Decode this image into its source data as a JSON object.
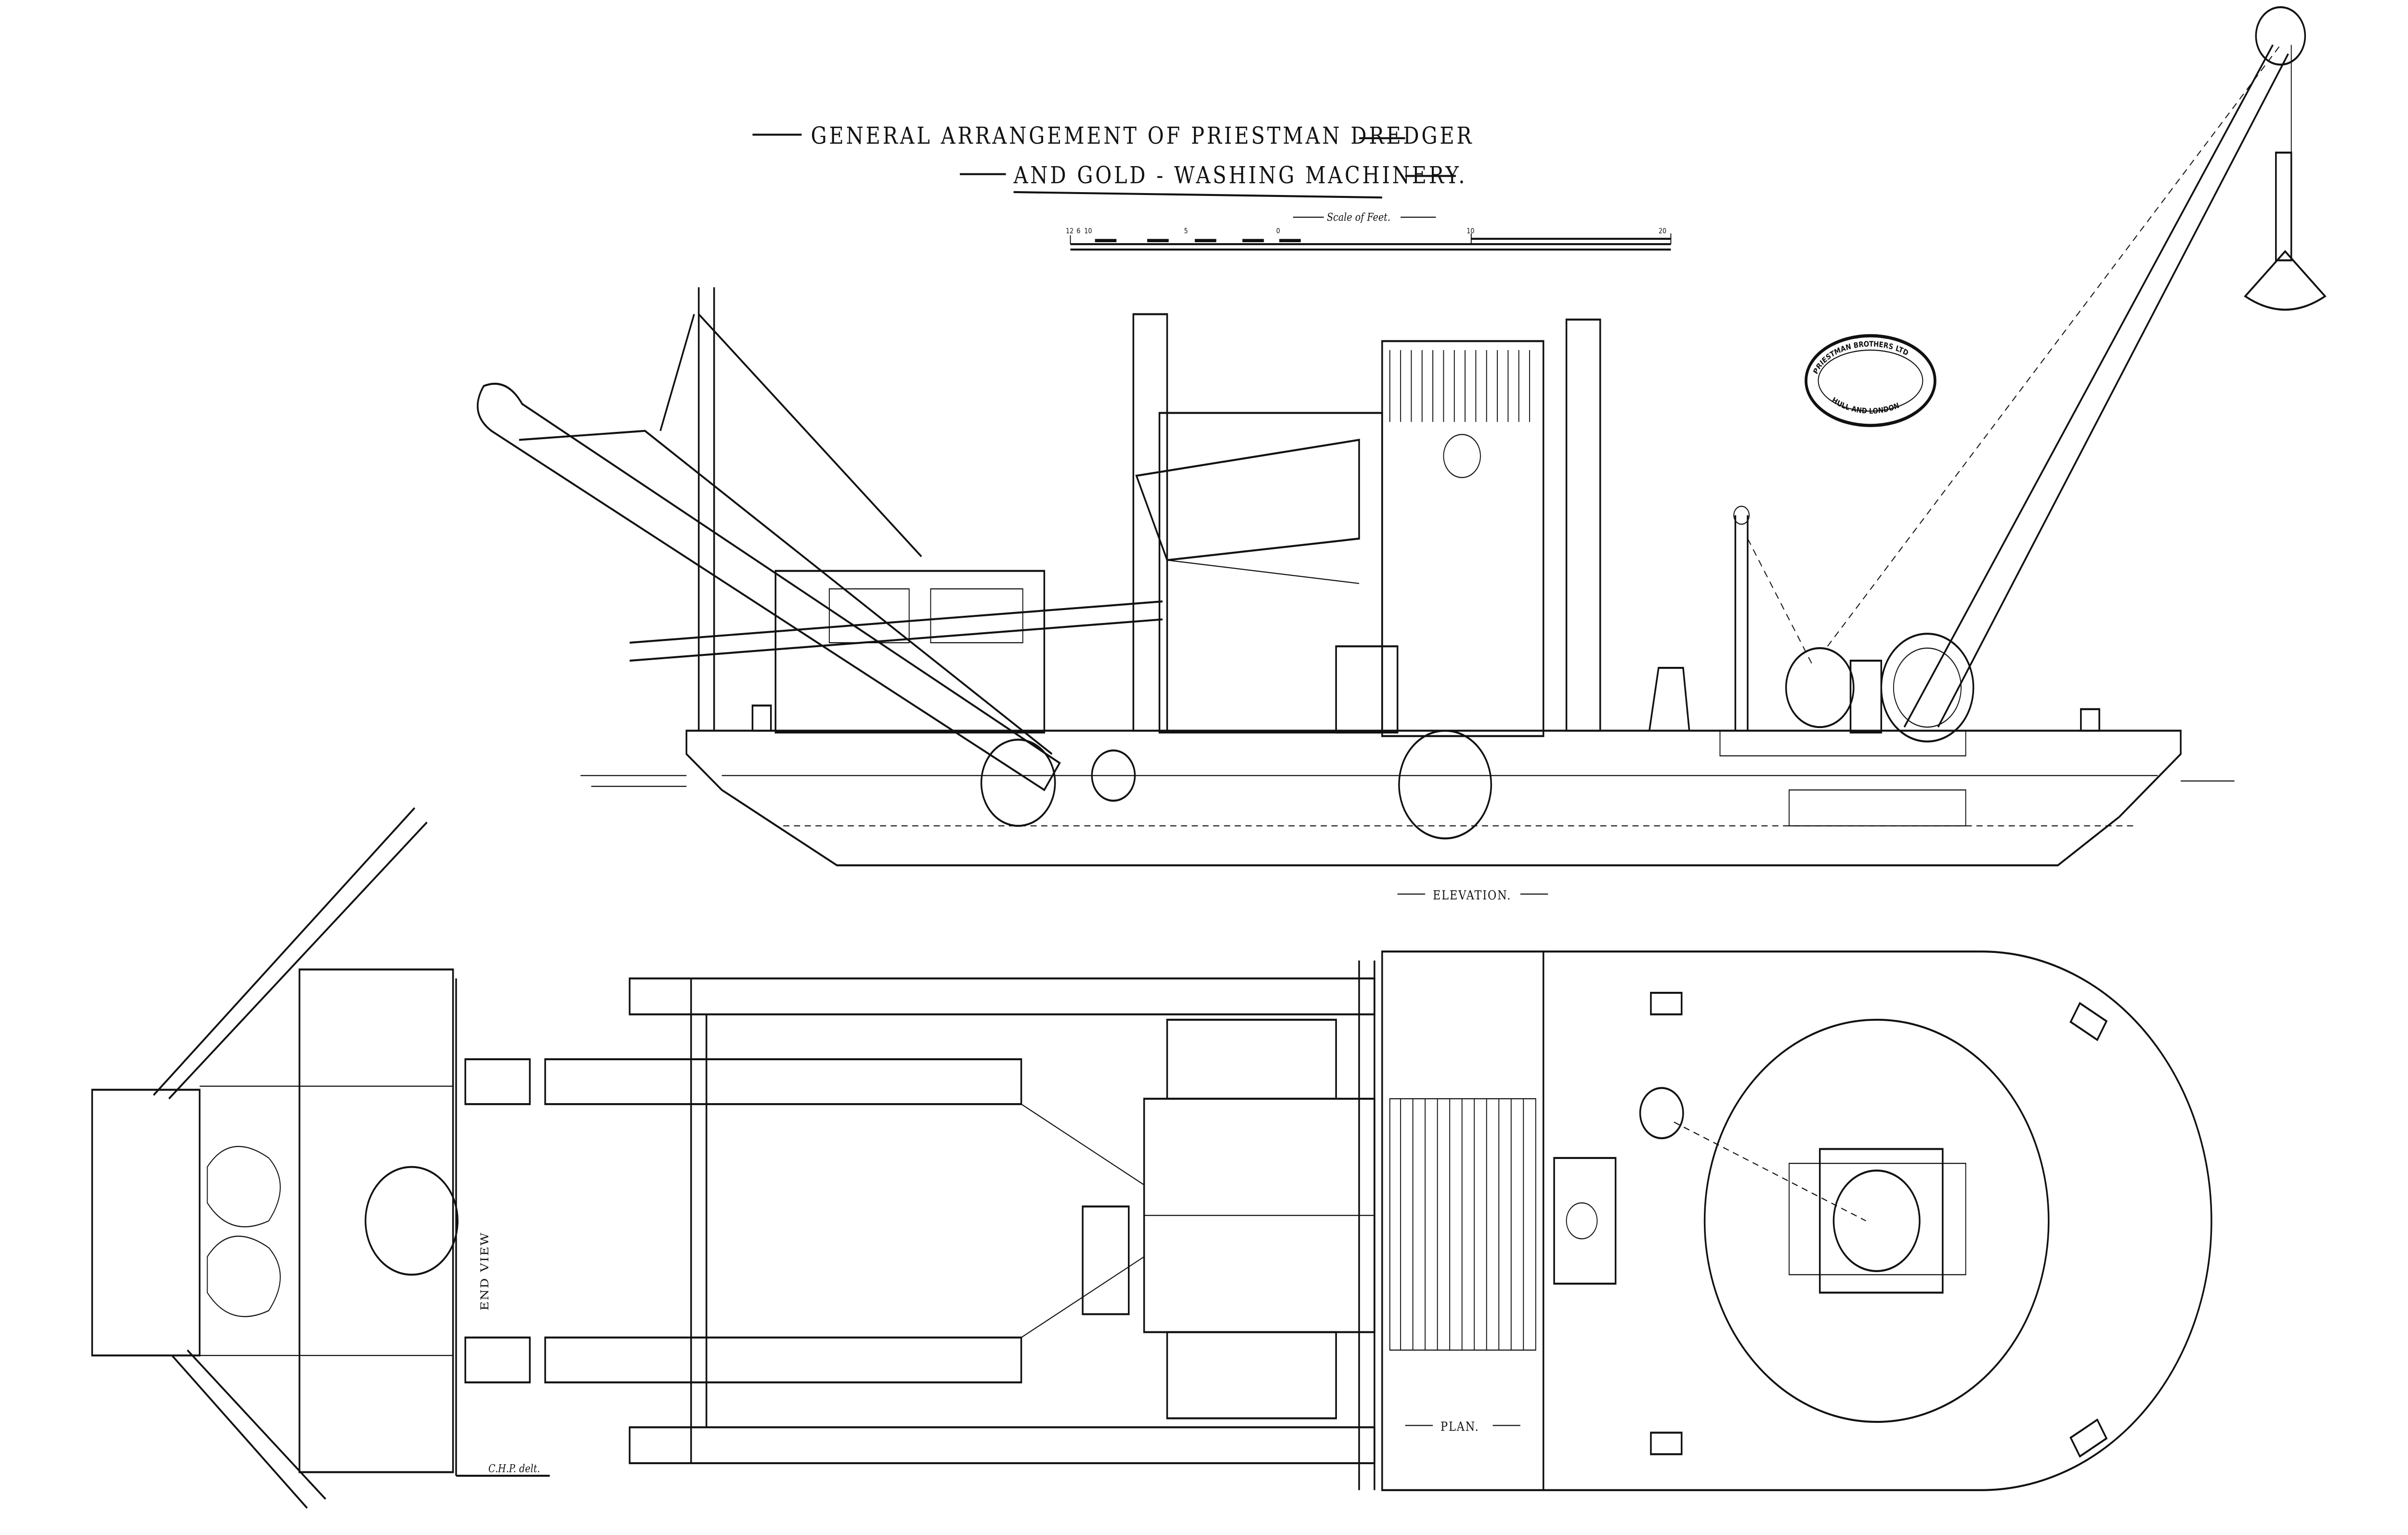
{
  "title": {
    "line1": "GENERAL ARRANGEMENT OF PRIESTMAN DREDGER",
    "line2": "AND GOLD - WASHING MACHINERY."
  },
  "scale": {
    "label": "Scale of Feet.",
    "ticks": [
      "12",
      "6",
      "10",
      "5",
      "0",
      "10",
      "20"
    ]
  },
  "stamp": {
    "top": "PRIESTMAN BROTHERS LTD",
    "bottom": "HULL AND LONDON"
  },
  "views": {
    "elevation": "ELEVATION.",
    "plan": "PLAN.",
    "end_view": "END VIEW"
  },
  "signature": "C.H.P. delt."
}
